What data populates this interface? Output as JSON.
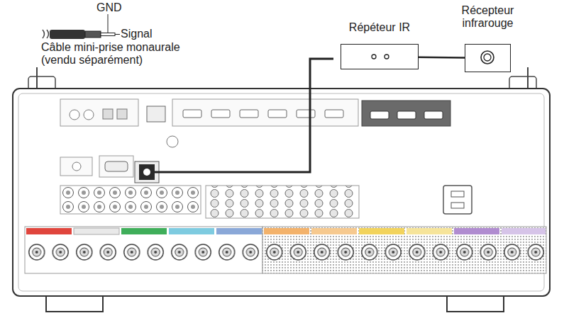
{
  "diagram": {
    "nodes": [
      {
        "text": [
          "Répéteur IR"
        ]
      },
      {
        "text": [
          "Récepteur infrarouge"
        ]
      }
    ],
    "edges": [
      {
        "from": 0,
        "to": 1,
        "arrow": "none"
      }
    ],
    "labels": [
      "GND",
      "Signal",
      "Câble mini-prise monaurale (vendu séparément)"
    ]
  }
}
